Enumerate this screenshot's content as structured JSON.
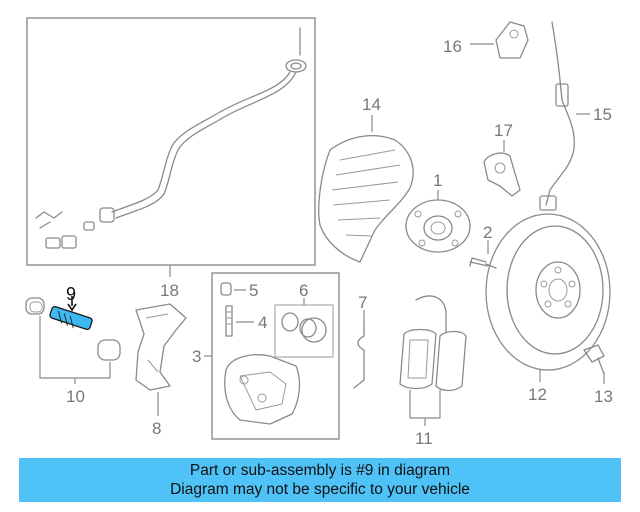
{
  "diagram": {
    "callouts": {
      "p1": "1",
      "p2": "2",
      "p3": "3",
      "p4": "4",
      "p5": "5",
      "p6": "6",
      "p7": "7",
      "p8": "8",
      "p9": "9",
      "p10": "10",
      "p11": "11",
      "p12": "12",
      "p13": "13",
      "p14": "14",
      "p15": "15",
      "p16": "16",
      "p17": "17",
      "p18": "18"
    },
    "highlighted_part": "9",
    "colors": {
      "highlight_part": "#3db8f0",
      "line": "#8a8a8a",
      "banner": "#4fc3f7"
    }
  },
  "banner": {
    "line1": "Part or sub-assembly is #9 in diagram",
    "line2": "Diagram may not be specific to your vehicle"
  }
}
